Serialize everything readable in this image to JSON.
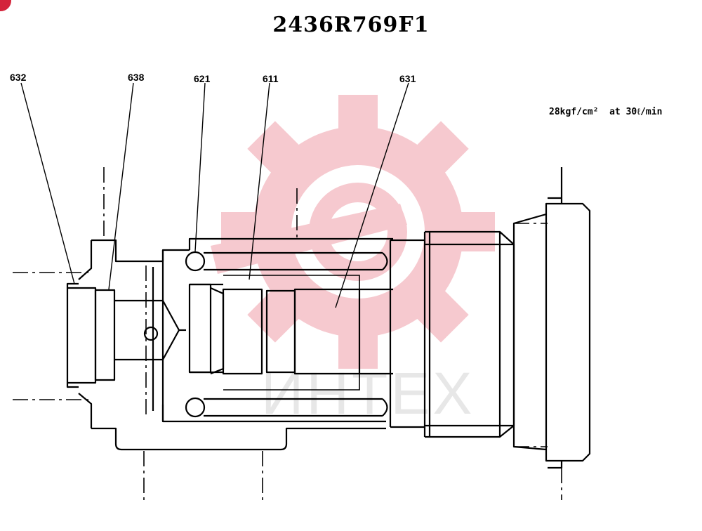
{
  "drawing": {
    "title": "2436R769F1",
    "spec_text": "28kgf/cm²  at 30ℓ/min",
    "callouts": [
      "632",
      "638",
      "621",
      "611",
      "631"
    ],
    "watermark_text": "ИНТЕХ",
    "colors": {
      "line": "#000000",
      "watermark": "#f6c9cf",
      "badge": "#d4243b"
    },
    "icons": {
      "watermark": "gear-logo-icon",
      "corner": "badge-icon"
    }
  }
}
